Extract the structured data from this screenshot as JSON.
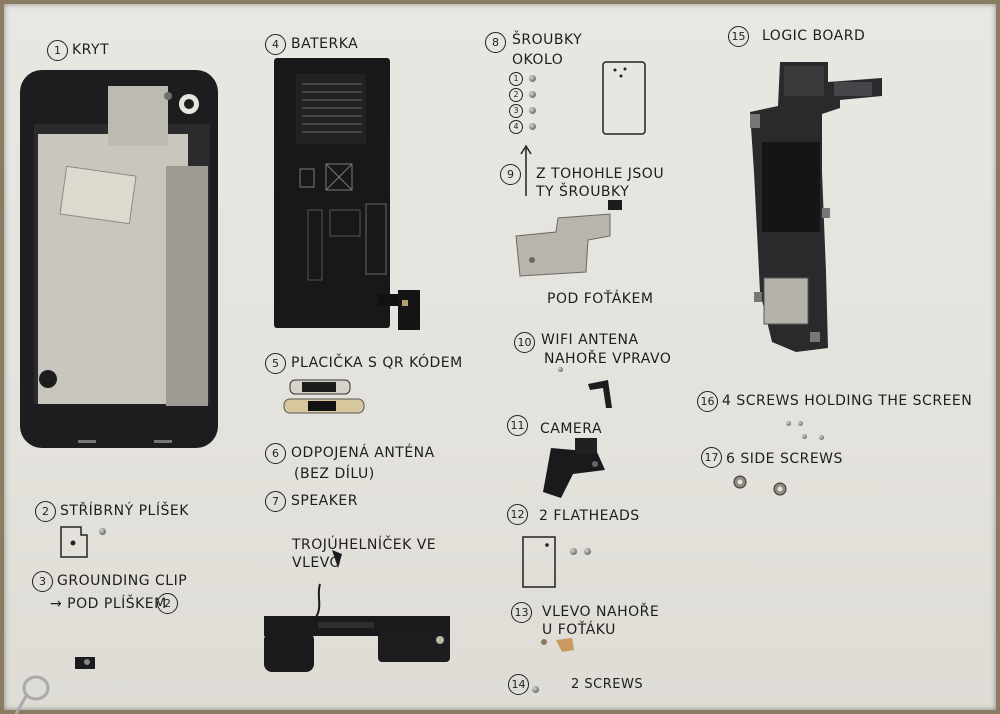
{
  "labels": {
    "l1": "KRYT",
    "l2": "STŘÍBRNÝ PLÍŠEK",
    "l3a": "GROUNDING CLIP",
    "l3b": "→ POD PLÍŠKEM",
    "l3c": "2",
    "l4": "BATERKA",
    "l5": "PLACIČKA S QR KÓDEM",
    "l6a": "ODPOJENÁ ANTÉNA",
    "l6b": "(BEZ DÍLU)",
    "l7": "SPEAKER",
    "l7a": "TROJÚHELNÍČEK VE",
    "l7b": "VLEVO",
    "l8a": "ŠROUBKY",
    "l8b": "OKOLO",
    "l9a": "Z TOHOHLE JSOU",
    "l9b": "TY ŠROUBKY",
    "l9c": "POD FOŤÁKEM",
    "l10a": "WIFI ANTENA",
    "l10b": "NAHOŘE VPRAVO",
    "l11": "CAMERA",
    "l12": "2 FLATHEADS",
    "l13a": "VLEVO NAHOŘE",
    "l13b": "U FOŤÁKU",
    "l14": "2 SCREWS",
    "l15": "LOGIC BOARD",
    "l16": "4 SCREWS HOLDING THE SCREEN",
    "l17": "6 SIDE SCREWS"
  },
  "numbers": {
    "n1": "1",
    "n2": "2",
    "n3": "3",
    "n4": "4",
    "n5": "5",
    "n6": "6",
    "n7": "7",
    "n8": "8",
    "n9": "9",
    "n10": "10",
    "n11": "11",
    "n12": "12",
    "n13": "13",
    "n14": "14",
    "n15": "15",
    "n16": "16",
    "n17": "17",
    "s8_1": "1",
    "s8_2": "2",
    "s8_3": "3",
    "s8_4": "4"
  },
  "colors": {
    "paper": "#e6e4de",
    "ink": "#1e1e1e",
    "part_dark": "#1c1c1e",
    "metal": "#b9b7b0"
  }
}
